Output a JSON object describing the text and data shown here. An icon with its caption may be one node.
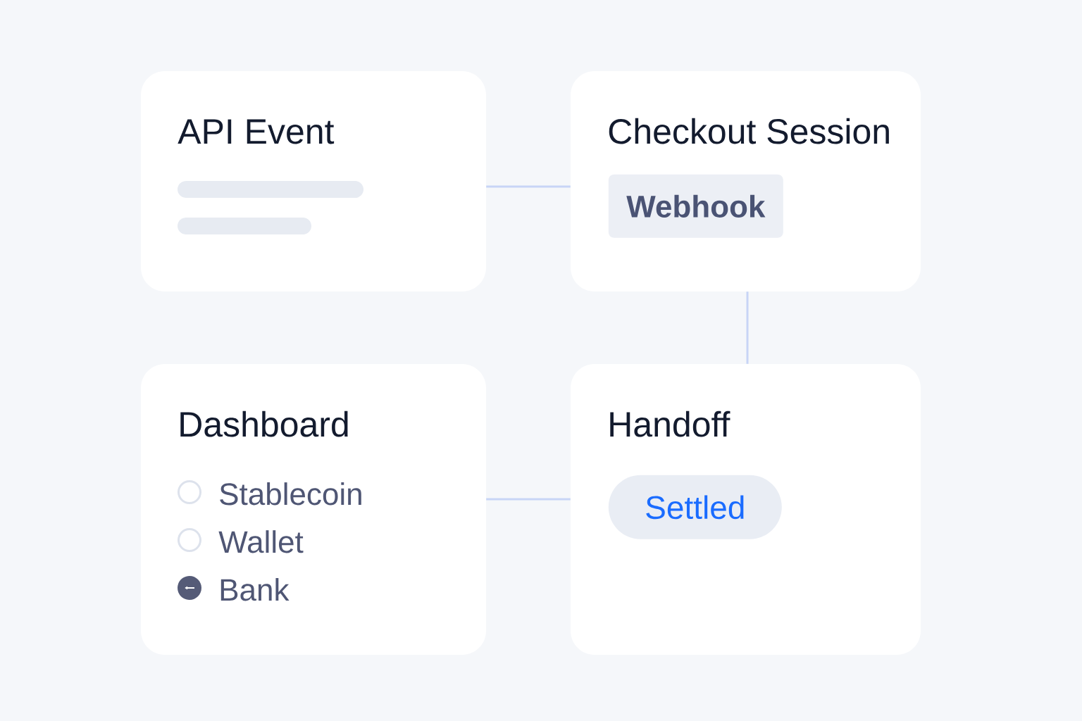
{
  "diagram": {
    "nodes": [
      {
        "text": [
          "API Event"
        ]
      },
      {
        "text": [
          "Checkout Session"
        ]
      },
      {
        "text": [
          "Dashboard",
          "Stablecoin",
          "Wallet",
          "Bank"
        ]
      },
      {
        "text": [
          "Handoff"
        ]
      },
      {
        "text": [
          "Webhook"
        ],
        "in": 1
      },
      {
        "text": [
          "Settled"
        ],
        "in": 3
      }
    ],
    "edges": [
      {
        "from": 0,
        "to": 1,
        "arrow": "none"
      },
      {
        "from": 1,
        "to": 3,
        "arrow": "none"
      },
      {
        "from": 2,
        "to": 3,
        "arrow": "none"
      }
    ]
  }
}
